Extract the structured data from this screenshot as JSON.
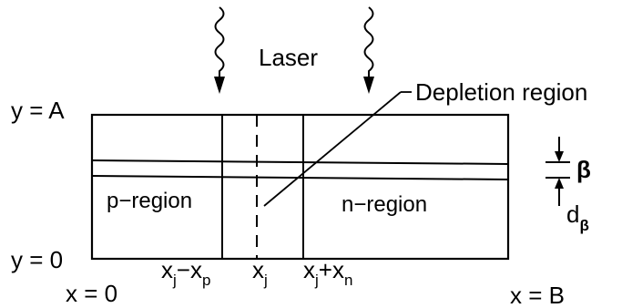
{
  "labels": {
    "laser": "Laser",
    "depletion_region": "Depletion region",
    "y_top": "y = A",
    "y_bottom": "y = 0",
    "x_left": "x = 0",
    "x_right": "x = B",
    "p_region": "p−region",
    "n_region": "n−region",
    "beta": "β",
    "d_beta_base": "d",
    "d_beta_sub": "β",
    "xj_minus_xp": {
      "base": "x",
      "sub": "j",
      "mid": "−x",
      "sub2": "p"
    },
    "xj": {
      "base": "x",
      "sub": "j"
    },
    "xj_plus_xn": {
      "base": "x",
      "sub": "j",
      "mid": "+x",
      "sub2": "n"
    }
  },
  "colors": {
    "stroke": "#000000",
    "background": "#ffffff"
  }
}
